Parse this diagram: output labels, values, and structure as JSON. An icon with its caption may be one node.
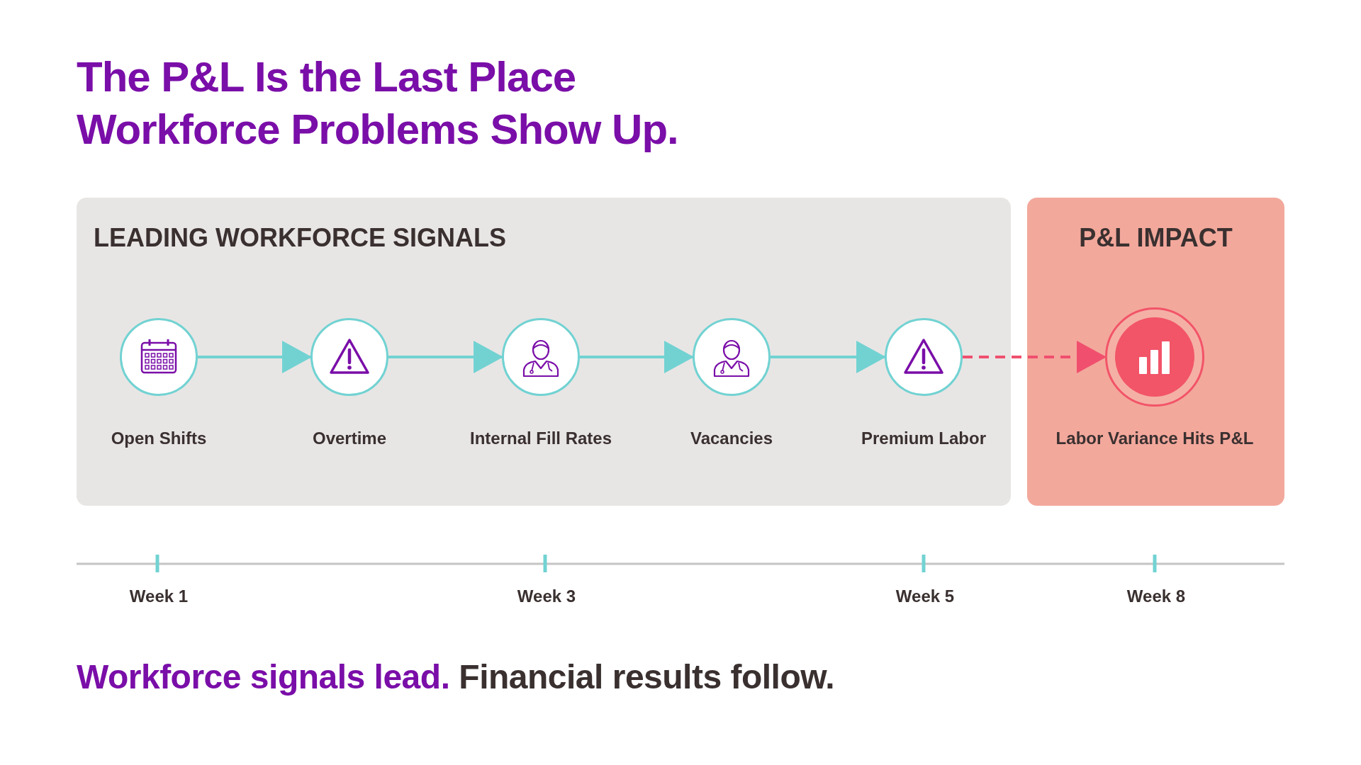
{
  "diagram": {
    "title": "The P&L Is the Last Place Workforce Problems Show Up.",
    "caption": "**Workforce signals lead.** Financial results follow.",
    "nodes": [
      {
        "text": [
          "LEADING WORKFORCE SIGNALS"
        ]
      },
      {
        "text": [
          "P&L IMPACT"
        ]
      },
      {
        "text": [],
        "shape": "circle",
        "beside": [
          "Open Shifts"
        ],
        "in": 0
      },
      {
        "text": [],
        "shape": "circle",
        "beside": [
          "Overtime"
        ],
        "in": 0
      },
      {
        "text": [],
        "shape": "circle",
        "beside": [
          "Internal Fill Rates"
        ],
        "in": 0
      },
      {
        "text": [],
        "shape": "circle",
        "beside": [
          "Vacancies"
        ],
        "in": 0
      },
      {
        "text": [],
        "shape": "circle",
        "beside": [
          "Premium Labor"
        ],
        "in": 0
      },
      {
        "text": [],
        "shape": "circle",
        "beside": [
          "Labor Variance Hits P&L"
        ],
        "in": 1
      }
    ],
    "edges": [
      {
        "from": 2,
        "to": 3,
        "arrow": "to"
      },
      {
        "from": 3,
        "to": 4,
        "arrow": "to"
      },
      {
        "from": 4,
        "to": 5,
        "arrow": "to"
      },
      {
        "from": 5,
        "to": 6,
        "arrow": "to"
      },
      {
        "from": 6,
        "to": 7,
        "arrow": "to",
        "style": "dashed",
        "color": "#f0506e"
      }
    ],
    "labels": [
      "Week 1",
      "Week 3",
      "Week 5",
      "Week 8"
    ]
  }
}
